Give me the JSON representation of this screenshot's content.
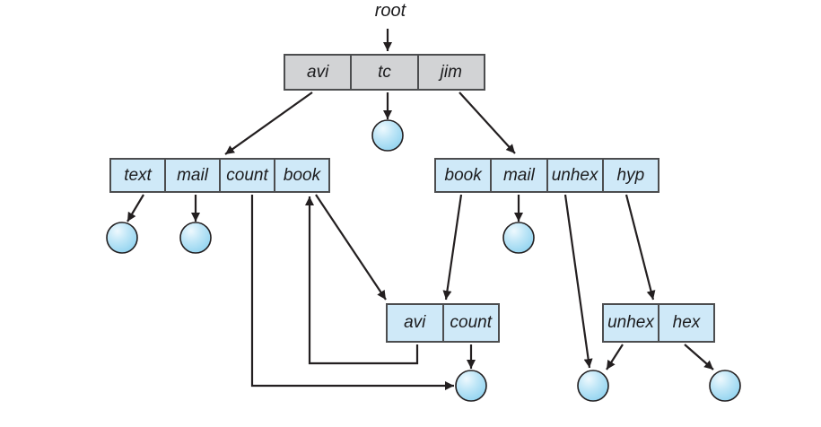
{
  "figure": {
    "root_label": "root",
    "directories": {
      "root": {
        "entries": [
          "avi",
          "tc",
          "jim"
        ]
      },
      "avi_dir": {
        "entries": [
          "text",
          "mail",
          "count",
          "book"
        ]
      },
      "jim_dir": {
        "entries": [
          "book",
          "mail",
          "unhex",
          "hyp"
        ]
      },
      "book_dir": {
        "entries": [
          "avi",
          "count"
        ]
      },
      "hyp_dir": {
        "entries": [
          "unhex",
          "hex"
        ]
      }
    },
    "file_icons": [
      "tc-file",
      "text-file",
      "mail-file-left",
      "mail-file-right",
      "shared-count-file",
      "shared-unhex-file",
      "hex-file"
    ],
    "colors": {
      "root_box_fill": "#d2d3d5",
      "dir_box_fill": "#cfe9f8",
      "box_border": "#4c4d4f",
      "arrow": "#231f20",
      "file_fill": "#8fd2ef",
      "file_highlight": "#eef9fe"
    }
  }
}
